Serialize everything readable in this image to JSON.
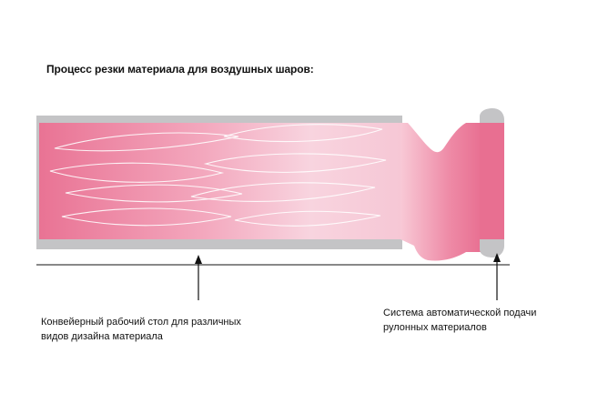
{
  "title": "Процесс резки материала для воздушных шаров:",
  "labels": {
    "conveyor": {
      "line1": "Конвейерный рабочий стол для различных",
      "line2": "видов дизайна материала"
    },
    "feeder": {
      "line1": "Система автоматической подачи",
      "line2": "рулонных материалов"
    }
  },
  "colors": {
    "frame": "#c4c4c6",
    "pink_strong": "#e97394",
    "pink_light": "#f7d2dd",
    "petal_stroke": "#ffffff",
    "line": "#111111"
  },
  "icons": {
    "pointer": "arrow-up-icon"
  }
}
